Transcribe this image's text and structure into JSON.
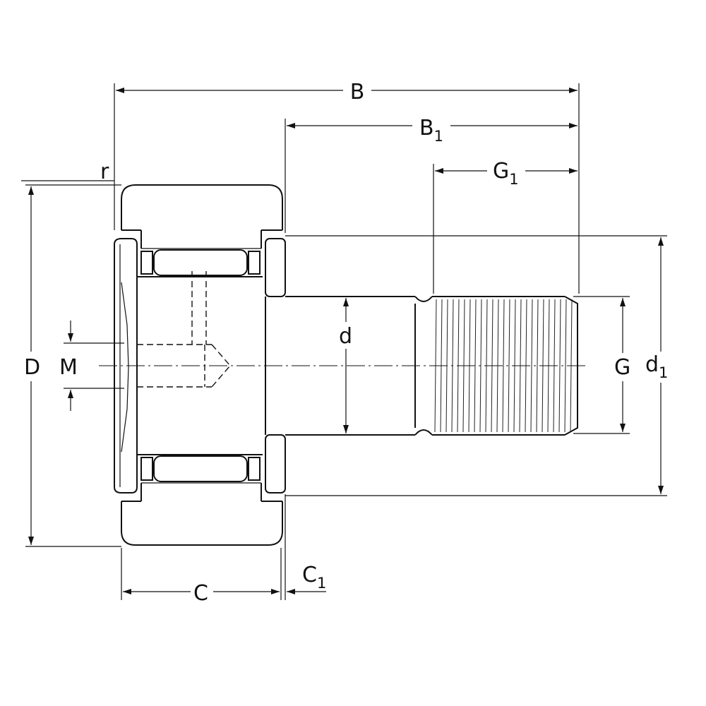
{
  "labels": {
    "B": "B",
    "B1": {
      "main": "B",
      "sub": "1"
    },
    "G1": {
      "main": "G",
      "sub": "1"
    },
    "r": "r",
    "D": "D",
    "M": "M",
    "d": "d",
    "G": "G",
    "d1": {
      "main": "d",
      "sub": "1"
    },
    "C": "C",
    "C1": {
      "main": "C",
      "sub": "1"
    }
  },
  "colors": {
    "line": "#111111",
    "background": "#ffffff"
  }
}
